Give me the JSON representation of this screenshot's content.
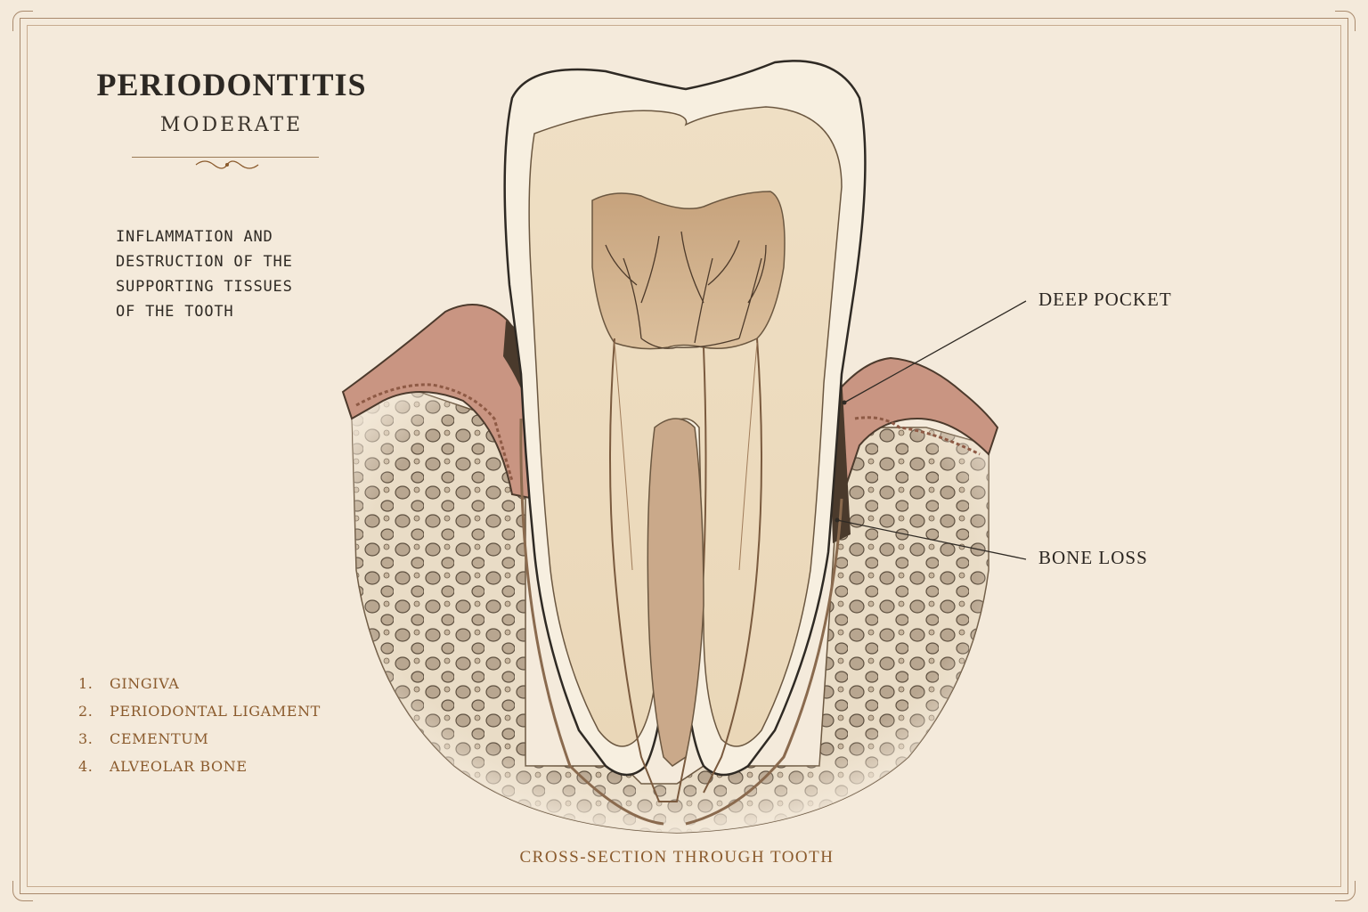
{
  "header": {
    "title": "PERIODONTITIS",
    "subtitle": "MODERATE"
  },
  "description": "INFLAMMATION AND\nDESTRUCTION OF THE\nSUPPORTING TISSUES\nOF THE TOOTH",
  "legend": [
    {
      "number": "1.",
      "label": "GINGIVA"
    },
    {
      "number": "2.",
      "label": "PERIODONTAL LIGAMENT"
    },
    {
      "number": "3.",
      "label": "CEMENTUM"
    },
    {
      "number": "4.",
      "label": "ALVEOLAR BONE"
    }
  ],
  "callouts": {
    "deep_pocket": "DEEP POCKET",
    "bone_loss": "BONE LOSS"
  },
  "caption": "CROSS-SECTION THROUGH TOOTH",
  "colors": {
    "paper": "#f4eadb",
    "ink": "#2f2a24",
    "accent_brown": "#8a5a2c",
    "gingiva": "#c99582",
    "bone": "#e6d5bd",
    "pulp": "#c9a47c"
  }
}
